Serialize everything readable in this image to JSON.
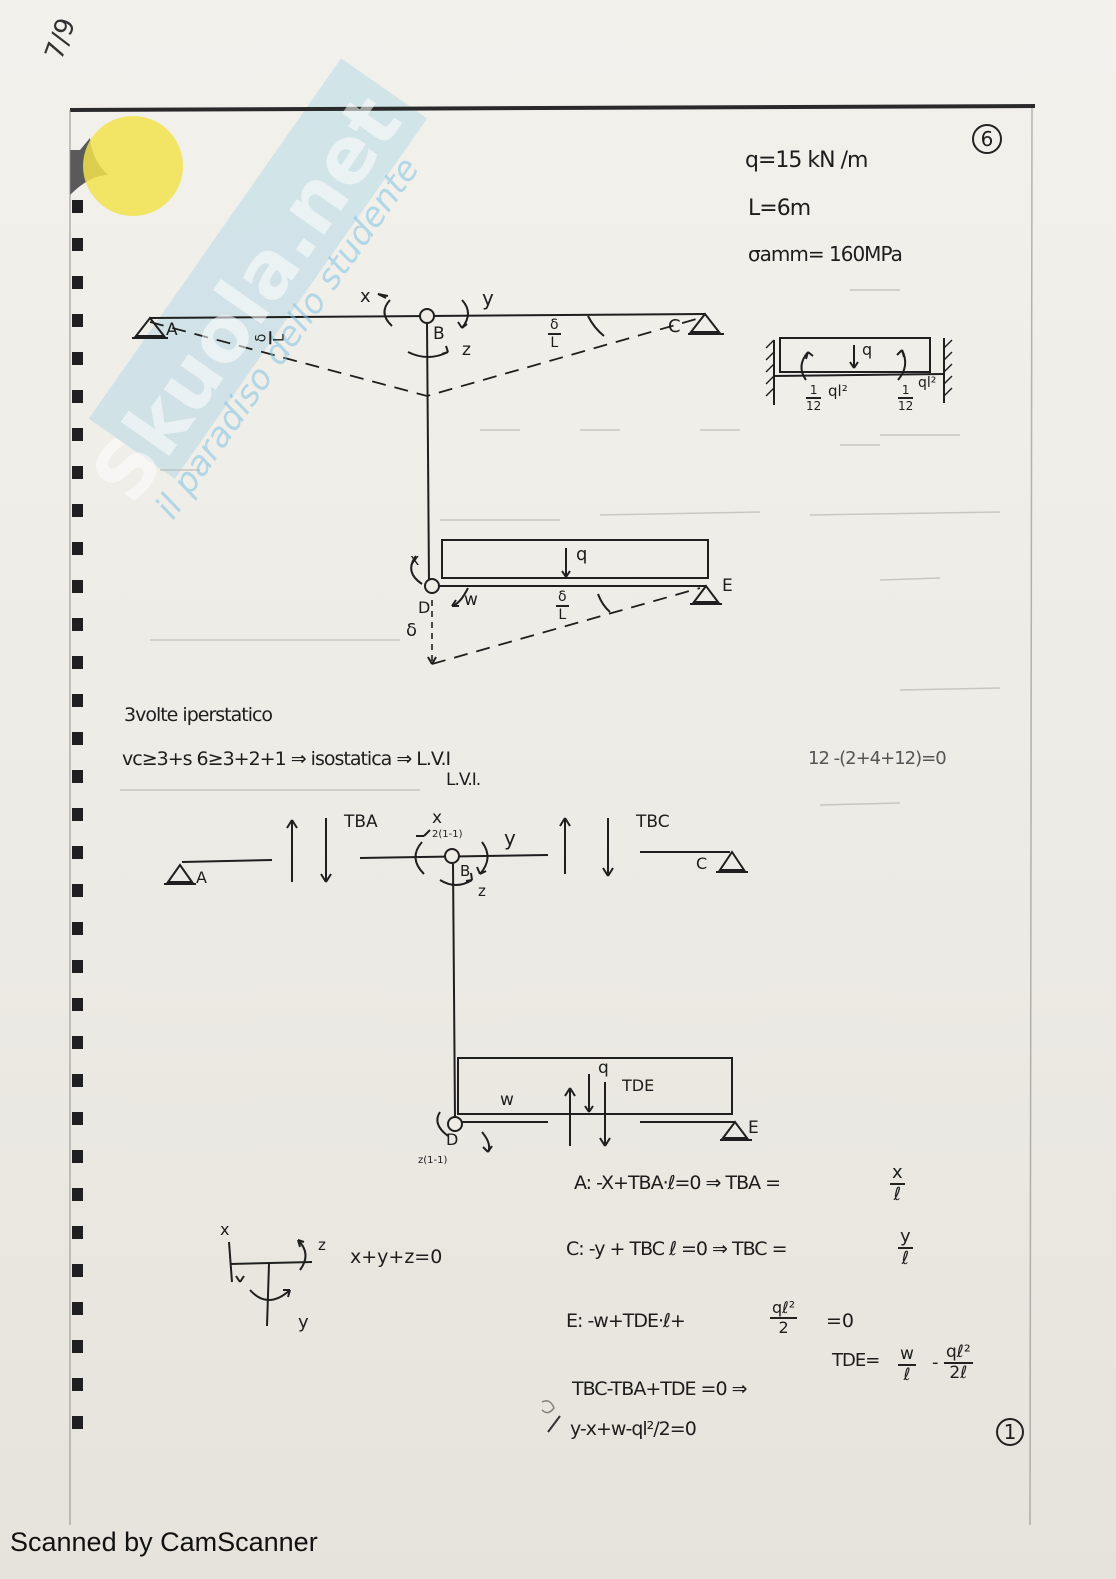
{
  "header": {
    "page_mark": "7/9",
    "circled_number": "6",
    "watermark": {
      "brand": "Skuola.net",
      "tagline": "il paradiso dello studente"
    }
  },
  "data": {
    "q": "q=15 kN /m",
    "L": "L=6m",
    "sigma": "σamm= 160MPa"
  },
  "structure_labels": {
    "A": "A",
    "B": "B",
    "C": "C",
    "D": "D",
    "E": "E",
    "x": "x",
    "y": "y",
    "z": "z",
    "w": "w",
    "q": "q",
    "delta": "δ",
    "delta_over_L": {
      "num": "δ",
      "den": "L"
    }
  },
  "fixed_beam": {
    "q": "q",
    "moment_left": {
      "num": "1",
      "den": "12",
      "tail": "ql²"
    },
    "moment_right": {
      "num": "1",
      "den": "12",
      "tail": "ql²"
    }
  },
  "classification": {
    "line1": "3volte iperstatico",
    "line2": "vc≥3+s    6≥3+2+1  ⇒ isostatica ⇒ L.V.I",
    "line2b": "L.V.I.",
    "side_eq": "12 -(2+4+12)=0"
  },
  "lvi_diagram": {
    "TBA": "TBA",
    "TBC": "TBC",
    "TDE": "TDE",
    "x_mark": "x",
    "x_sub": "2(1-1)",
    "z_sub": "z(1-1)"
  },
  "sign_diagram": {
    "x": "x",
    "y": "y",
    "z": "z",
    "equation": "x+y+z=0"
  },
  "equations": {
    "A_lhs": "A: -X+TBA·ℓ=0 ⇒ TBA =",
    "A_frac": {
      "num": "x",
      "den": "ℓ"
    },
    "C_lhs": "C: -y + TBC ℓ =0 ⇒ TBC =",
    "C_frac": {
      "num": "y",
      "den": "ℓ"
    },
    "E_lhs": "E: -w+TDE·ℓ+",
    "E_frac": {
      "num": "qℓ²",
      "den": "2"
    },
    "E_rhs": "=0",
    "TDE_lhs": "TDE=",
    "TDE_frac1": {
      "num": "w",
      "den": "ℓ"
    },
    "TDE_minus": "-",
    "TDE_frac2": {
      "num": "qℓ²",
      "den": "2ℓ"
    },
    "sum_eq": "TBC-TBA+TDE =0 ⇒",
    "final_eq": "y-x+w-ql²/2=0"
  },
  "page_number": "1",
  "footer": "Scanned by CamScanner"
}
